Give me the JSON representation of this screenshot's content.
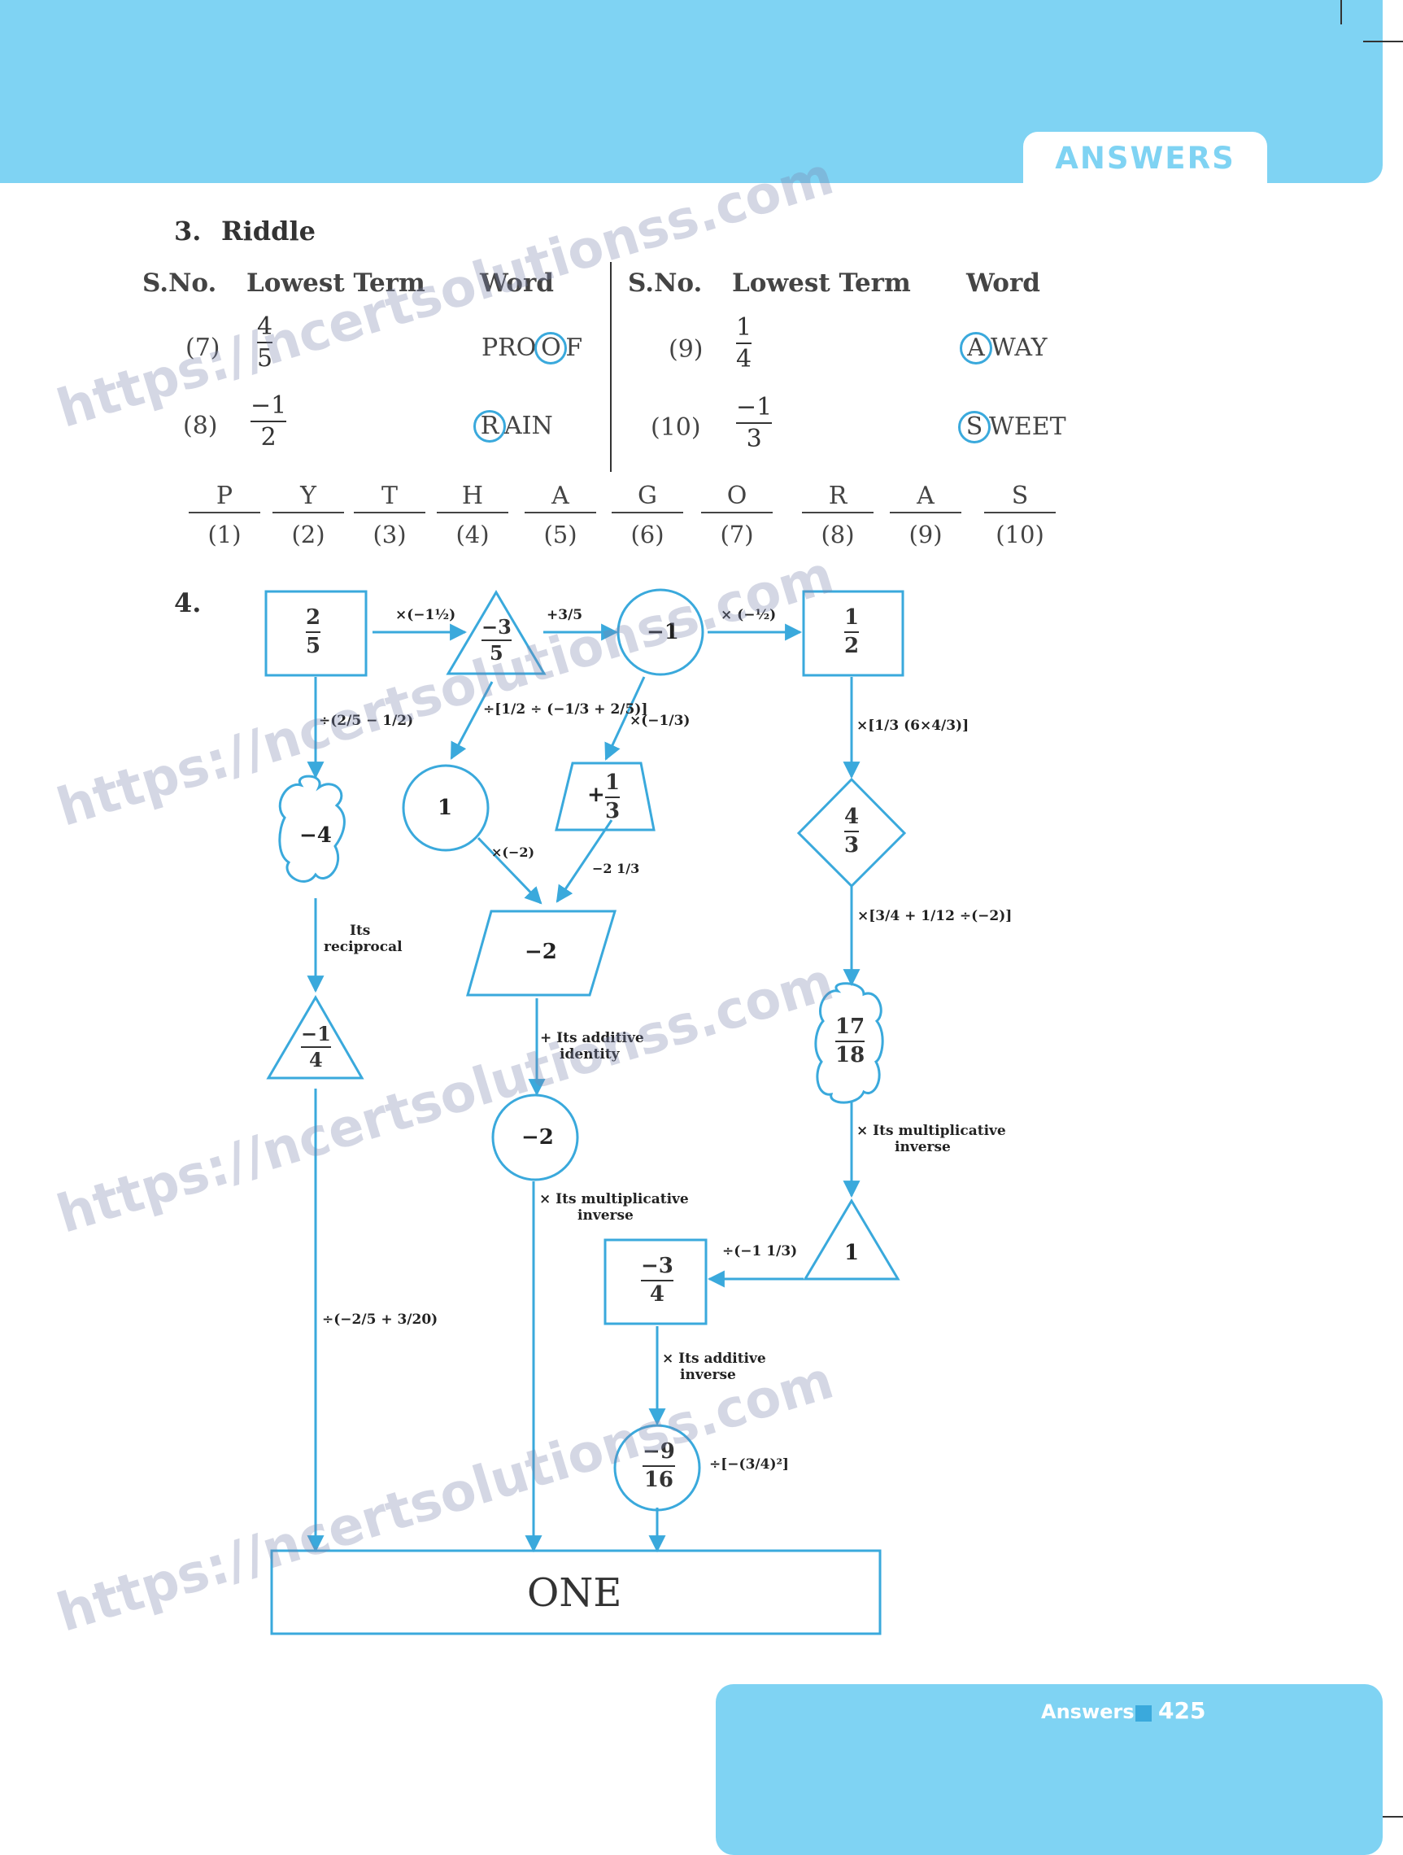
{
  "header": {
    "tab_label": "ANSWERS"
  },
  "footer": {
    "label": "Answers",
    "page_number": "425"
  },
  "watermark": "https://ncertsolutionss.com",
  "q3": {
    "number": "3.",
    "title": "Riddle",
    "headers": [
      "S.No.",
      "Lowest Term",
      "Word",
      "S.No.",
      "Lowest Term",
      "Word"
    ],
    "rows": [
      {
        "sno": "(7)",
        "num": "4",
        "den": "5",
        "word_before": "PRO",
        "circled": "O",
        "word_after": "F"
      },
      {
        "sno": "(8)",
        "num": "−1",
        "den": "2",
        "word_before": "",
        "circled": "R",
        "word_after": "AIN"
      },
      {
        "sno": "(9)",
        "num": "1",
        "den": "4",
        "word_before": "",
        "circled": "A",
        "word_after": "WAY"
      },
      {
        "sno": "(10)",
        "num": "−1",
        "den": "3",
        "word_before": "",
        "circled": "S",
        "word_after": "WEET"
      }
    ],
    "letters": [
      "P",
      "Y",
      "T",
      "H",
      "A",
      "G",
      "O",
      "R",
      "A",
      "S"
    ],
    "numbers": [
      "(1)",
      "(2)",
      "(3)",
      "(4)",
      "(5)",
      "(6)",
      "(7)",
      "(8)",
      "(9)",
      "(10)"
    ]
  },
  "q4": {
    "number": "4.",
    "nodes": {
      "start": {
        "num": "2",
        "den": "5"
      },
      "tri1": {
        "num": "−3",
        "den": "5"
      },
      "circle_neg1": {
        "value": "−1"
      },
      "box_half": {
        "num": "1",
        "den": "2"
      },
      "cloud_neg4": {
        "value": "−4"
      },
      "circle_1": {
        "value": "1"
      },
      "trap": {
        "sign": "+",
        "num": "1",
        "den": "3"
      },
      "diamond": {
        "num": "4",
        "den": "3"
      },
      "para": {
        "value": "−2"
      },
      "tri_neg_quarter": {
        "num": "−1",
        "den": "4"
      },
      "cloud_1718": {
        "num": "17",
        "den": "18"
      },
      "circle_neg2": {
        "value": "−2"
      },
      "tri_1": {
        "value": "1"
      },
      "box_neg34": {
        "num": "−3",
        "den": "4"
      },
      "circle_neg916": {
        "num": "−9",
        "den": "16"
      },
      "end": {
        "value": "ONE"
      }
    },
    "ops": {
      "op1": "×(−1½)",
      "op2": "+3/5",
      "op3": "× (−½)",
      "op4": "÷(2/5 − 1/2)",
      "op5": "÷[1/2 ÷ (−1/3 + 2/5)]",
      "op6": "×(−1/3)",
      "op7": "×[1/3 (6×4/3)]",
      "op8": "×(−2)",
      "op9": "−2 1/3",
      "op10_line1": "Its",
      "op10_line2": "reciprocal",
      "op11": "×[3/4 + 1/12 ÷(−2)]",
      "op12_line1": "+ Its additive",
      "op12_line2": "identity",
      "op13_line1": "× Its multiplicative",
      "op13_line2": "inverse",
      "op14_line1": "× Its multiplicative",
      "op14_line2": "inverse",
      "op15": "÷(−1 1/3)",
      "op16": "÷(−2/5 + 3/20)",
      "op17_line1": "× Its additive",
      "op17_line2": "inverse",
      "op18": "÷[−(3/4)²]"
    }
  }
}
